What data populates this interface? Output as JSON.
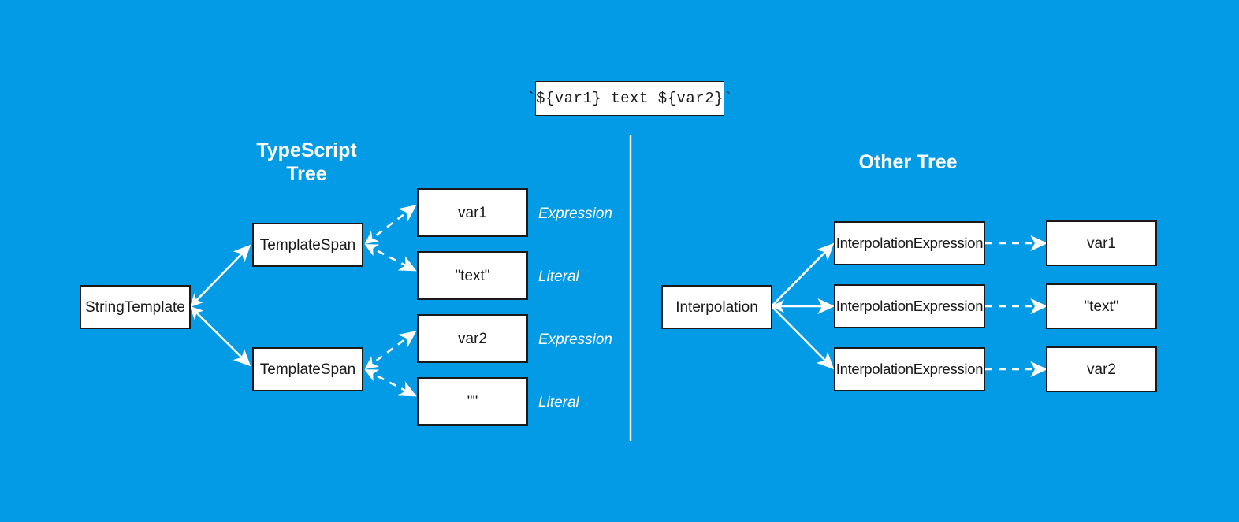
{
  "background_color": "#039BE5",
  "node_fill": "#ffffff",
  "node_border": "#1a1a1a",
  "edge_color": "#ffffff",
  "code_sample": {
    "text": "`${var1} text ${var2}`"
  },
  "left_tree": {
    "title_line1": "TypeScript",
    "title_line2": "Tree",
    "root": "StringTemplate",
    "spans": [
      {
        "label": "TemplateSpan"
      },
      {
        "label": "TemplateSpan"
      }
    ],
    "leaves": [
      {
        "label": "var1",
        "kind": "Expression"
      },
      {
        "label": "\"text\"",
        "kind": "Literal"
      },
      {
        "label": "var2",
        "kind": "Expression"
      },
      {
        "label": "\"\"",
        "kind": "Literal"
      }
    ]
  },
  "right_tree": {
    "title": "Other Tree",
    "root": "Interpolation",
    "expressions": [
      {
        "label": "InterpolationExpression"
      },
      {
        "label": "InterpolationExpression"
      },
      {
        "label": "InterpolationExpression"
      }
    ],
    "values": [
      {
        "label": "var1"
      },
      {
        "label": "\"text\""
      },
      {
        "label": "var2"
      }
    ]
  },
  "divider": {
    "name": "vertical-divider"
  }
}
